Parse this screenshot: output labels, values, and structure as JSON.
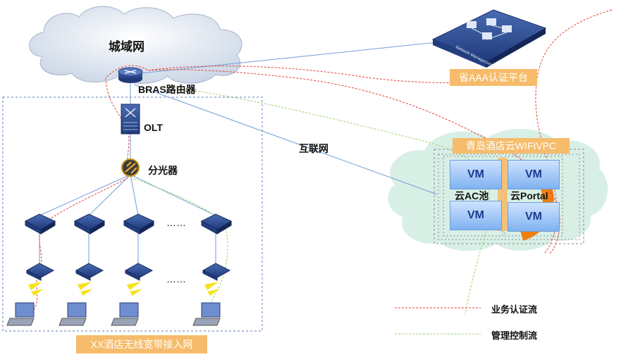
{
  "labels": {
    "metro_net": "城域网",
    "bras": "BRAS路由器",
    "olt": "OLT",
    "splitter": "分光器",
    "internet": "互联网",
    "ellipsis_switches": "……",
    "ellipsis_aps": "……",
    "ac_pool": "云AC池",
    "cloud_portal": "云Portal"
  },
  "boxes": {
    "aaa_platform": "省AAA认证平台",
    "vpc": "青岛酒店云WIFIVPC",
    "hotel_access": "XX酒店无线宽带接入网"
  },
  "vms": [
    "VM",
    "VM",
    "VM",
    "VM"
  ],
  "nms_device_text": "Network Management",
  "legend": {
    "auth_flow": "业务认证流",
    "mgmt_flow": "管理控制流"
  },
  "colors": {
    "auth_flow": "#e8413a",
    "mgmt_flow": "#9fd36e",
    "link": "#6f9ed8",
    "device": "#2c4d94",
    "orange_box": "#f6bc6b",
    "cloud_fill": "#dbe4f0",
    "vpc_cloud_fill": "#d5efe6",
    "portal_ring": "#f07f12"
  }
}
